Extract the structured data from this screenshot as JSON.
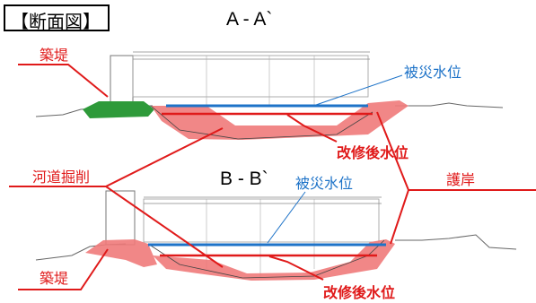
{
  "header": {
    "title": "【断面図】"
  },
  "sections": {
    "aa": "A - A`",
    "bb": "B - B`"
  },
  "labels": {
    "embankment_top": "築堤",
    "embankment_bottom": "築堤",
    "river_excavation": "河道掘削",
    "revetment": "護岸",
    "disaster_water_level_top": "被災水位",
    "disaster_water_level_bottom": "被災水位",
    "improved_water_level_top": "改修後水位",
    "improved_water_level_bottom": "改修後水位"
  },
  "colors": {
    "red": "#e01a1a",
    "blue": "#1e73c8",
    "pink_fill": "#f07a7a",
    "green_fill": "#2e9a3a",
    "drawing_line": "#555555"
  }
}
